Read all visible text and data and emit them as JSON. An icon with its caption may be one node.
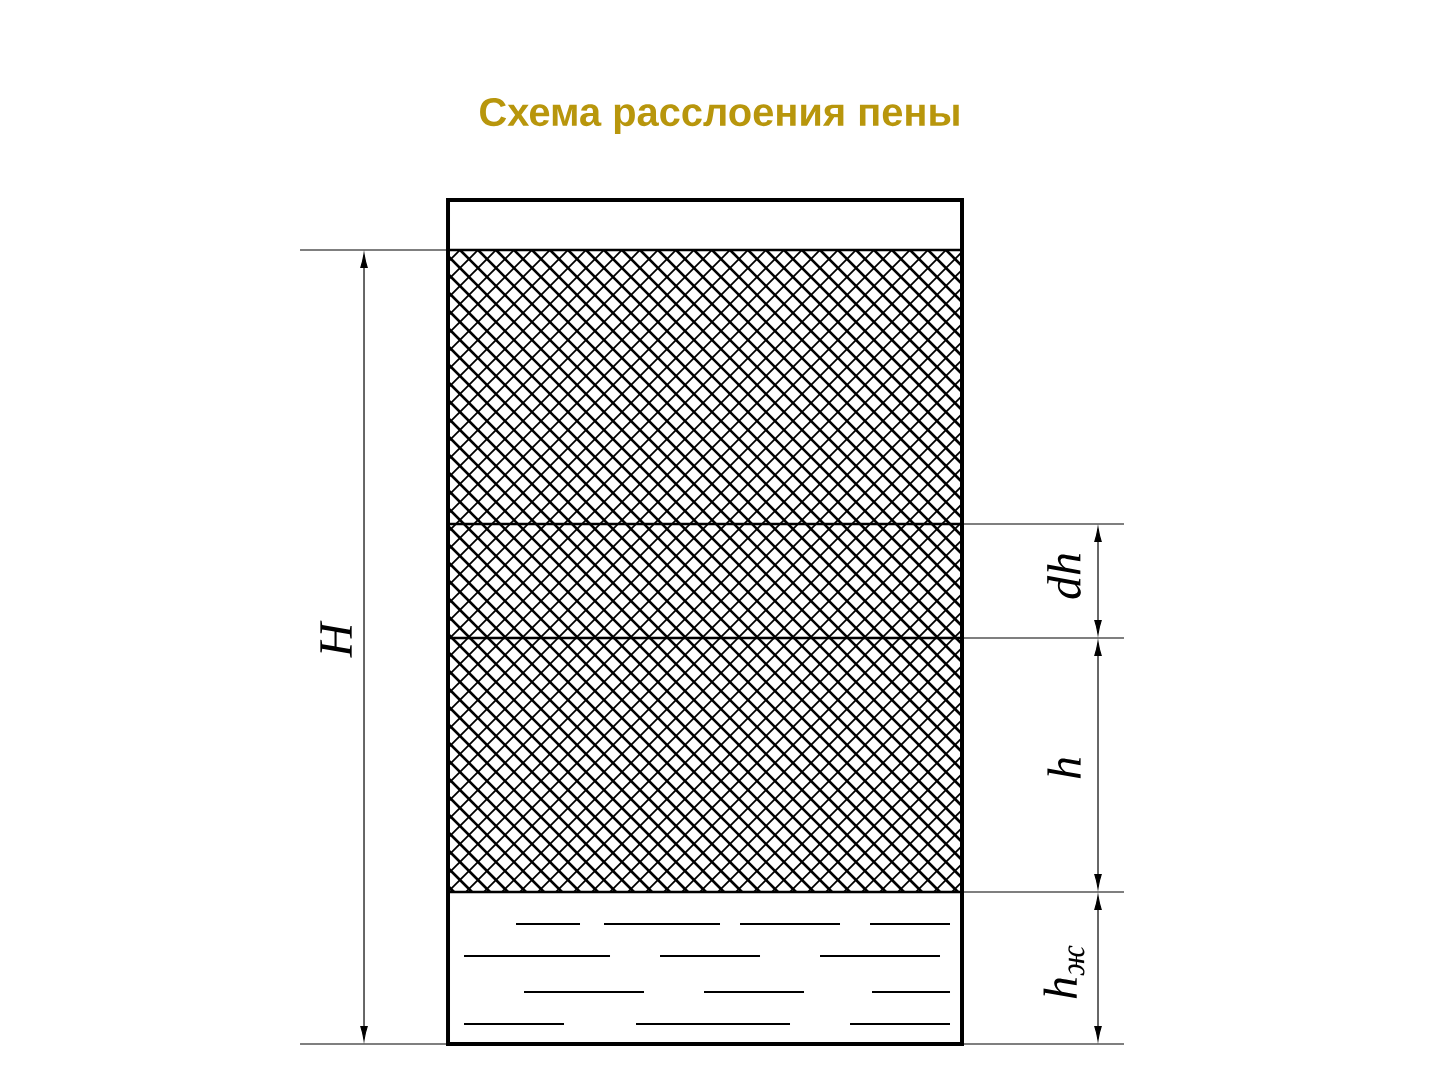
{
  "diagram": {
    "title": "Схема расслоения пены",
    "labels": [
      "H",
      "dh",
      "h",
      "h$_{ж}$"
    ]
  }
}
